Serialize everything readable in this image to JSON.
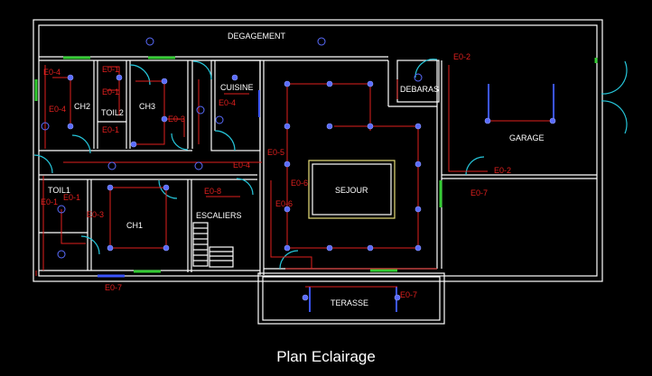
{
  "rooms": {
    "degagement": "DEGAGEMENT",
    "ch2": "CH2",
    "toil2": "TOIL2",
    "ch3": "CH3",
    "cuisine": "CUISINE",
    "debaras": "DEBARAS",
    "garage": "GARAGE",
    "toil1": "TOIL1",
    "ch1": "CH1",
    "escaliers": "ESCALIERS",
    "sejour": "SEJOUR",
    "terasse": "TERASSE"
  },
  "circuits": {
    "c1": "E0-4",
    "c2": "E0-1",
    "c3": "E0-4",
    "c4": "E0-1",
    "c5": "E0-1",
    "c6": "E0-3",
    "c7": "E0-4",
    "c8": "E0-2",
    "c9": "E0-5",
    "c10": "E0-4",
    "c11": "E0-2",
    "c12": "E0-7",
    "c13": "E0-1",
    "c14": "E0-1",
    "c15": "E0-3",
    "c16": "E0-8",
    "c17": "E0-6",
    "c18": "E0-6",
    "c19": "E0-7",
    "c20": "E0-7"
  },
  "caption": "Plan Eclairage"
}
